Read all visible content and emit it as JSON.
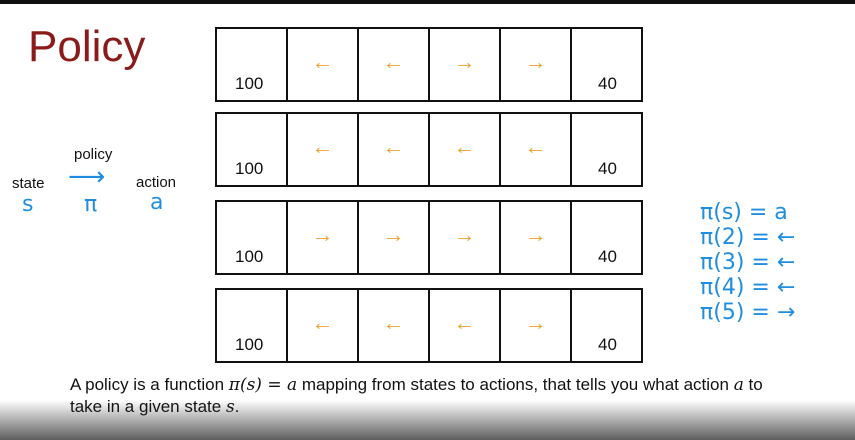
{
  "title": "Policy",
  "flow": {
    "policy_label": "policy",
    "state_label": "state",
    "action_label": "action",
    "state_symbol": "s",
    "policy_symbol": "π",
    "action_symbol": "a",
    "arrow": "⟶"
  },
  "grid_rows": [
    {
      "left": "100",
      "right": "40",
      "arrows": [
        "←",
        "←",
        "→",
        "→"
      ]
    },
    {
      "left": "100",
      "right": "40",
      "arrows": [
        "←",
        "←",
        "←",
        "←"
      ]
    },
    {
      "left": "100",
      "right": "40",
      "arrows": [
        "→",
        "→",
        "→",
        "→"
      ]
    },
    {
      "left": "100",
      "right": "40",
      "arrows": [
        "←",
        "←",
        "←",
        "→"
      ]
    }
  ],
  "equations": [
    "π(s) = a",
    "π(2) = ←",
    "π(3) = ←",
    "π(4) = ←",
    "π(5) = →"
  ],
  "caption": {
    "part1": "A policy is a function ",
    "math1": "π(s) = a",
    "part2": " mapping from states to actions, that tells you what action ",
    "math2": "a",
    "part3": " to take in a given state ",
    "math3": "s",
    "part4": "."
  },
  "colors": {
    "title": "#8b1a1a",
    "arrow": "#f0a030",
    "handwriting": "#1f8ee0"
  }
}
